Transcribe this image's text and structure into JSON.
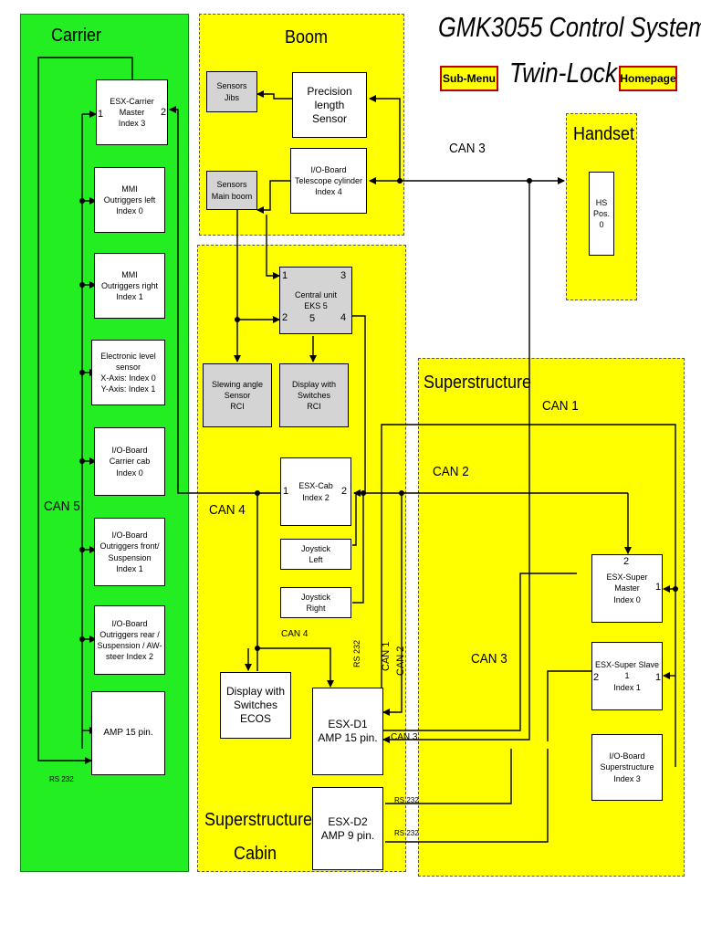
{
  "header": {
    "title": "GMK3055 Control System",
    "subtitle": "Twin-Lock",
    "sub_menu_label": "Sub-Menu",
    "homepage_label": "Homepage"
  },
  "regions": {
    "carrier": "Carrier",
    "boom": "Boom",
    "handset": "Handset",
    "superstructure": "Superstructure",
    "cabin_line1": "Superstructure",
    "cabin_line2": "Cabin"
  },
  "carrier": {
    "esx_master": [
      "ESX-Carrier Master",
      "Index 3"
    ],
    "mmi_left": [
      "MMI",
      "Outriggers left",
      "Index 0"
    ],
    "mmi_right": [
      "MMI",
      "Outriggers right",
      "Index 1"
    ],
    "level_sensor": [
      "Electronic level sensor",
      "X-Axis: Index 0",
      "Y-Axis: Index 1"
    ],
    "io_carrier_cab": [
      "I/O-Board",
      "Carrier cab",
      "Index 0"
    ],
    "io_front": [
      "I/O-Board",
      "Outriggers front/",
      "Suspension",
      "Index 1"
    ],
    "io_rear": [
      "I/O-Board",
      "Outriggers rear /",
      "Suspension / AW-",
      "steer  Index 2"
    ],
    "amp": [
      "AMP 15 pin."
    ]
  },
  "boom": {
    "sensors_jibs": [
      "Sensors",
      "Jibs"
    ],
    "sensors_main": [
      "Sensors",
      "Main boom"
    ],
    "precision": [
      "Precision length",
      "Sensor"
    ],
    "io_tele": [
      "I/O-Board",
      "Telescope cylinder",
      "Index 4"
    ]
  },
  "handset": {
    "hs": [
      "HS",
      "Pos.",
      "0"
    ]
  },
  "cabin": {
    "central": [
      "Central unit",
      "EKS 5"
    ],
    "slewing": [
      "Slewing angle",
      "Sensor",
      "RCI"
    ],
    "display_rci": [
      "Display with",
      "Switches",
      "RCI"
    ],
    "esx_cab": [
      "ESX-Cab",
      "Index 2"
    ],
    "joy_left": [
      "Joystick",
      "Left"
    ],
    "joy_right": [
      "Joystick",
      "Right"
    ],
    "display_ecos": [
      "Display with",
      "Switches",
      "ECOS"
    ],
    "esx_d1": [
      "ESX-D1",
      "AMP 15 pin."
    ],
    "esx_d2": [
      "ESX-D2",
      "AMP 9 pin."
    ]
  },
  "super": {
    "master": [
      "ESX-Super Master",
      "Index 0"
    ],
    "slave": [
      "ESX-Super Slave 1",
      "Index 1"
    ],
    "io": [
      "I/O-Board",
      "Superstructure",
      "Index 3"
    ]
  },
  "bus": {
    "can1": "CAN 1",
    "can2": "CAN 2",
    "can3": "CAN 3",
    "can4": "CAN 4",
    "can5": "CAN 5",
    "rs232": "RS 232"
  },
  "ports": {
    "p1": "1",
    "p2": "2",
    "p3": "3",
    "p4": "4",
    "p5": "5"
  }
}
